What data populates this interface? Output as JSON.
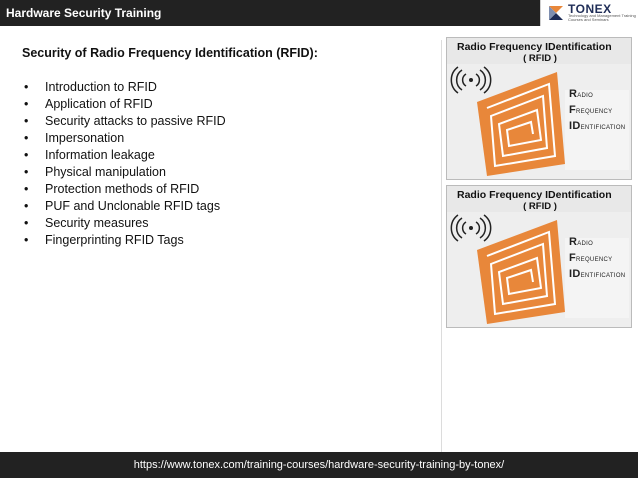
{
  "header": {
    "title": "Hardware Security Training"
  },
  "logo": {
    "name": "TONEX",
    "tagline": "Technology and Management Training Courses and Seminars"
  },
  "content": {
    "title": "Security of Radio Frequency Identification (RFID):",
    "bullets": [
      "Introduction to RFID",
      "Application of RFID",
      "Security attacks to passive RFID",
      "Impersonation",
      "Information leakage",
      "Physical manipulation",
      "Protection methods of RFID",
      "PUF and Unclonable RFID tags",
      "Security measures",
      "Fingerprinting RFID Tags"
    ]
  },
  "images": {
    "title": "Radio Frequency IDentification",
    "subtitle": "( RFID )",
    "word1_initial": "R",
    "word1_rest": "ADIO",
    "word2_initial": "F",
    "word2_rest": "REQUENCY",
    "word3_initial": "ID",
    "word3_rest": "ENTIFICATION"
  },
  "footer": {
    "url": "https://www.tonex.com/training-courses/hardware-security-training-by-tonex/"
  },
  "colors": {
    "bar": "#222222",
    "accent": "#e8873a",
    "logo": "#1f2d57"
  }
}
